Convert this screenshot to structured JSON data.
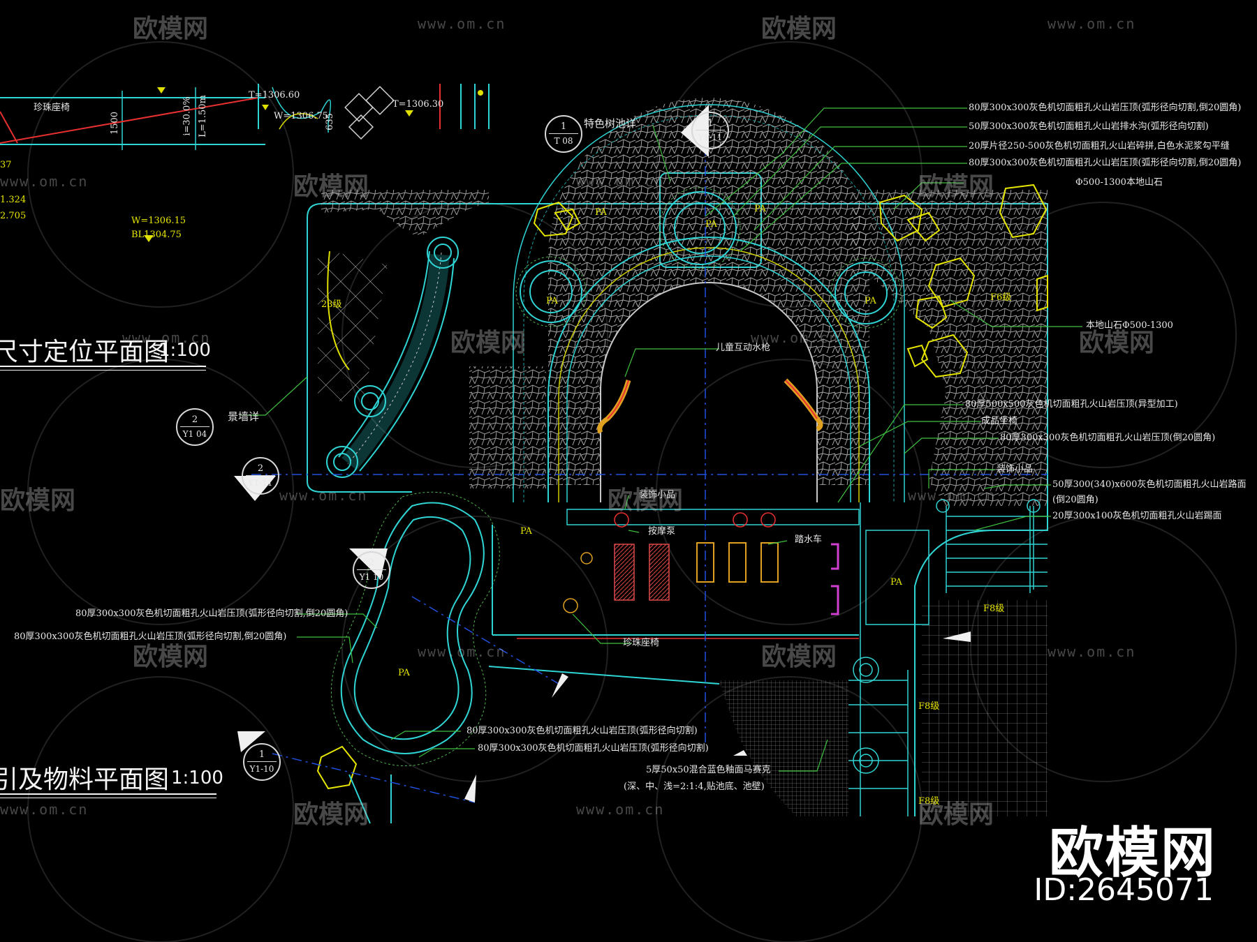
{
  "titles": {
    "plan1": "尺寸定位平面图",
    "plan1_scale": "1:100",
    "plan2": "引及物料平面图",
    "plan2_scale": "1:100"
  },
  "callouts": [
    {
      "id": "c1",
      "num": "1",
      "ref": "T 08",
      "label": "特色树池详"
    },
    {
      "id": "c2",
      "num": "1",
      "ref": "Y1-11",
      "label": ""
    },
    {
      "id": "c3",
      "num": "2",
      "ref": "Y1 04",
      "label": "景墙详"
    },
    {
      "id": "c4",
      "num": "2",
      "ref": "Y1-11",
      "label": ""
    },
    {
      "id": "c5",
      "num": "2",
      "ref": "Y1 10",
      "label": ""
    },
    {
      "id": "c6",
      "num": "1",
      "ref": "Y1-10",
      "label": ""
    }
  ],
  "leaders_right": [
    "80厚300x300灰色机切面粗孔火山岩压顶(弧形径向切割,倒20圆角)",
    "50厚300x300灰色机切面粗孔火山岩排水沟(弧形径向切割)",
    "20厚片径250-500灰色机切面粗孔火山岩碎拼,白色水泥浆勾平缝",
    "80厚300x300灰色机切面粗孔火山岩压顶(弧形径向切割,倒20圆角)",
    "Φ500-1300本地山石",
    "本地山石Φ500-1300",
    "80厚500x500灰色机切面粗孔火山岩压顶(异型加工)",
    "成品坐椅",
    "80厚300x300灰色机切面粗孔火山岩压顶(倒20圆角)",
    "装饰小品",
    "50厚300(340)x600灰色机切面粗孔火山岩路面",
    "(倒20圆角)",
    "20厚300x100灰色机切面粗孔火山岩踢面"
  ],
  "leaders_left": [
    "80厚300x300灰色机切面粗孔火山岩压顶(弧形径向切割,倒20圆角)",
    "80厚300x300灰色机切面粗孔火山岩压顶(弧形径向切割,倒20圆角)"
  ],
  "leaders_bottom": [
    "80厚300x300灰色机切面粗孔火山岩压顶(弧形径向切割)",
    "80厚300x300灰色机切面粗孔火山岩压顶(弧形径向切割)",
    "5厚50x50混合蓝色釉面马赛克",
    "(深、中、浅=2:1:4,贴池底、池壁)"
  ],
  "inner_labels": {
    "fountain": "儿童互动水枪",
    "deco_top": "装饰小品",
    "massage": "按摩泵",
    "watercart": "踏水车",
    "bench": "珍珠座椅",
    "step23": "23级",
    "step6": "F6级",
    "step8": "F8级",
    "step8b": "F8级",
    "step8c": "F8级",
    "pa": "PA",
    "seat_top": "珍珠座椅"
  },
  "top_section": {
    "elev1": "T=1306.60",
    "elev2": "W=1306.75",
    "elev3": "T=1306.30",
    "dim": "1500",
    "slope": "i=30.0%",
    "slope_len": "L=1.50m",
    "elev_w": "W=1306.15",
    "elev_bl": "BL1304.75",
    "left_v1": "1.324",
    "left_v2": "2.705",
    "left_v0": "37",
    "small": "635"
  },
  "watermark": {
    "cn": "欧模网",
    "url": "www.om.cn"
  },
  "brand": {
    "name": "欧模网",
    "id": "ID:2645071"
  }
}
